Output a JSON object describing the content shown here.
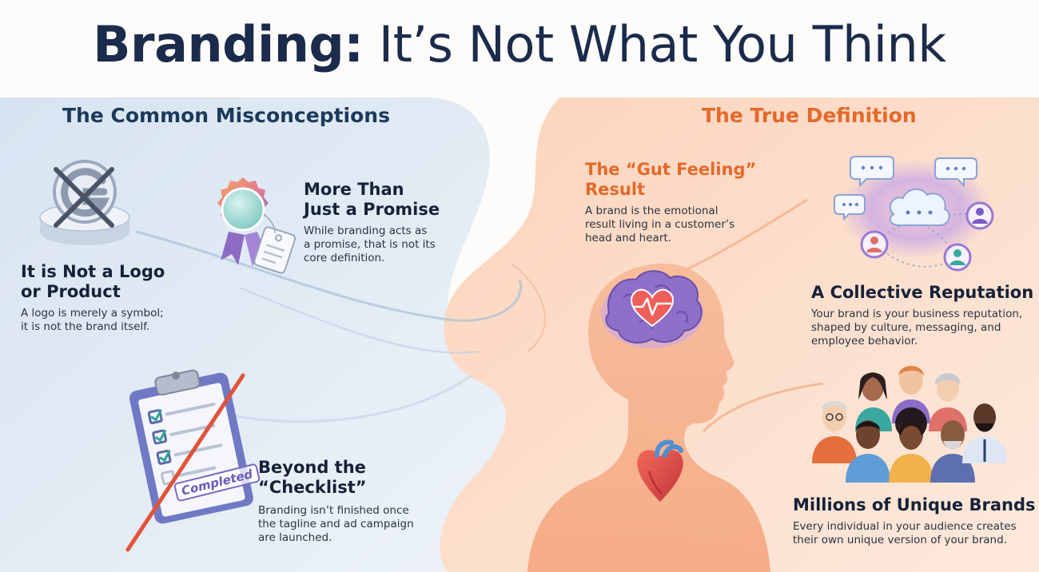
{
  "title": {
    "bold": "Branding:",
    "rest": "It’s Not What You Think"
  },
  "left_section": {
    "heading": "The Common Misconceptions",
    "items": [
      {
        "title_lines": [
          "It is Not a Logo",
          "or Product"
        ],
        "desc_lines": [
          "A logo is merely a symbol;",
          "it is not the brand itself."
        ],
        "icon": "crossed-out-logo-icon"
      },
      {
        "title_lines": [
          "More Than",
          "Just a Promise"
        ],
        "desc_lines": [
          "While branding acts as",
          "a promise, that is not its",
          "core definition."
        ],
        "icon": "award-ribbon-tag-icon"
      },
      {
        "title_lines": [
          "Beyond the",
          "“Checklist”"
        ],
        "desc_lines": [
          "Branding isn’t finished once",
          "the tagline and ad campaign",
          "are launched."
        ],
        "icon": "crossed-out-clipboard-icon",
        "stamp": "Completed"
      }
    ]
  },
  "right_section": {
    "heading": "The True Definition",
    "items": [
      {
        "title_lines": [
          "The “Gut Feeling”",
          "Result"
        ],
        "desc_lines": [
          "A brand is the emotional",
          "result living in a customer’s",
          "head and heart."
        ],
        "icon": "head-brain-heart-icon"
      },
      {
        "title_lines": [
          "A Collective Reputation"
        ],
        "desc_lines": [
          "Your brand is your business reputation,",
          "shaped by culture, messaging, and",
          "employee behavior."
        ],
        "icon": "speech-cloud-network-icon"
      },
      {
        "title_lines": [
          "Millions of Unique Brands"
        ],
        "desc_lines": [
          "Every individual in your audience creates",
          "their own unique version of your brand."
        ],
        "icon": "diverse-people-group-icon"
      }
    ]
  },
  "colors": {
    "left_accent": "#1b3a5c",
    "right_accent": "#e4692a",
    "left_bg": "#dfe9f3",
    "right_bg": "#fbdcc8",
    "cross_red": "#e0533b"
  }
}
